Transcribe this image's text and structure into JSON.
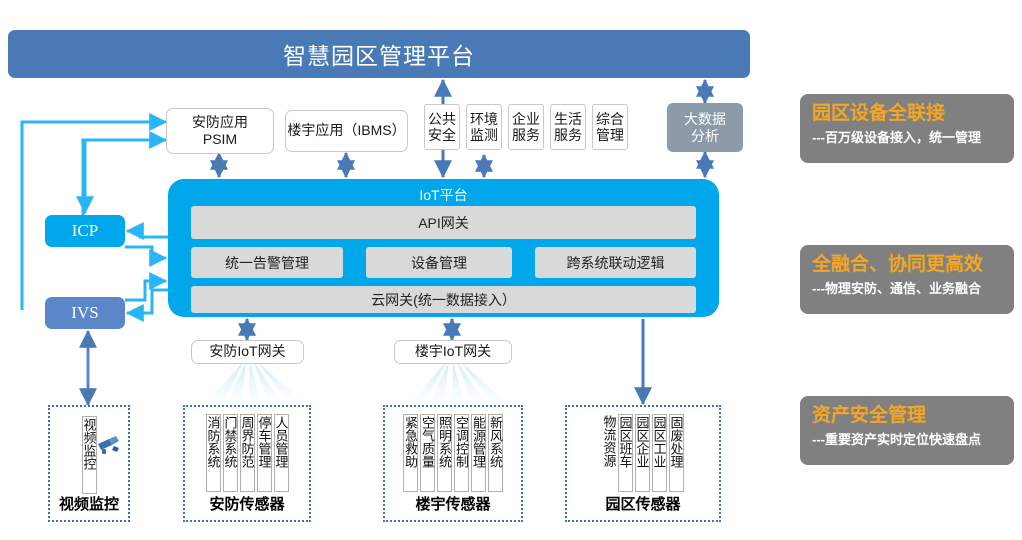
{
  "header": {
    "title": "智慧园区管理平台"
  },
  "apps": {
    "psim": "安防应用\nPSIM",
    "psim_line1": "安防应用",
    "psim_line2": "PSIM",
    "ibms": "楼宇应用（IBMS）",
    "chips": [
      {
        "name": "public-safety",
        "line1": "公共",
        "line2": "安全"
      },
      {
        "name": "environment-monitoring",
        "line1": "环境",
        "line2": "监测"
      },
      {
        "name": "enterprise-service",
        "line1": "企业",
        "line2": "服务"
      },
      {
        "name": "life-service",
        "line1": "生活",
        "line2": "服务"
      },
      {
        "name": "integrated-management",
        "line1": "综合",
        "line2": "管理"
      }
    ],
    "bigdata_line1": "大数据",
    "bigdata_line2": "分析"
  },
  "left_nodes": {
    "icp": "ICP",
    "ivs": "IVS"
  },
  "iot": {
    "title": "IoT平台",
    "api_gateway": "API网关",
    "middle": [
      "统一告警管理",
      "设备管理",
      "跨系统联动逻辑"
    ],
    "cloud_gateway": "云网关(统一数据接入）"
  },
  "gateways": {
    "security": "安防IoT网关",
    "building": "楼宇IoT网关"
  },
  "sensor_groups": [
    {
      "name": "video-surveillance",
      "label": "视频监控",
      "items": [
        "视频监控"
      ],
      "icon": "camera-icon"
    },
    {
      "name": "security-sensors",
      "label": "安防传感器",
      "items": [
        "人员管理",
        "停车管理",
        "周界防范",
        "门禁系统",
        "消防系统"
      ]
    },
    {
      "name": "building-sensors",
      "label": "楼宇传感器",
      "items": [
        "新风系统",
        "能源管理",
        "空调控制",
        "照明系统",
        "空气质量",
        "紧急救助"
      ]
    },
    {
      "name": "park-sensors",
      "label": "园区传感器",
      "items": [
        "固废处理",
        "园区工业",
        "园区企业",
        "园区班车",
        "物流资源"
      ]
    }
  ],
  "cards": [
    {
      "title": "园区设备全联接",
      "sub": "---百万级设备接入，统一管理"
    },
    {
      "title": "全融合、协同更高效",
      "sub": "---物理安防、通信、业务融合"
    },
    {
      "title": "资产安全管理",
      "sub": "---重要资产实时定位快速盘点"
    }
  ],
  "colors": {
    "header_blue": "#4a7ab5",
    "iot_cyan": "#00a7eb",
    "panel_gray": "#d9d9d9",
    "card_gray": "#808080",
    "card_title_orange": "#f5a623",
    "arrow_cyan": "#29b6f6",
    "arrow_blue": "#4a7ab5",
    "dotted_border": "#3f6fb5"
  }
}
